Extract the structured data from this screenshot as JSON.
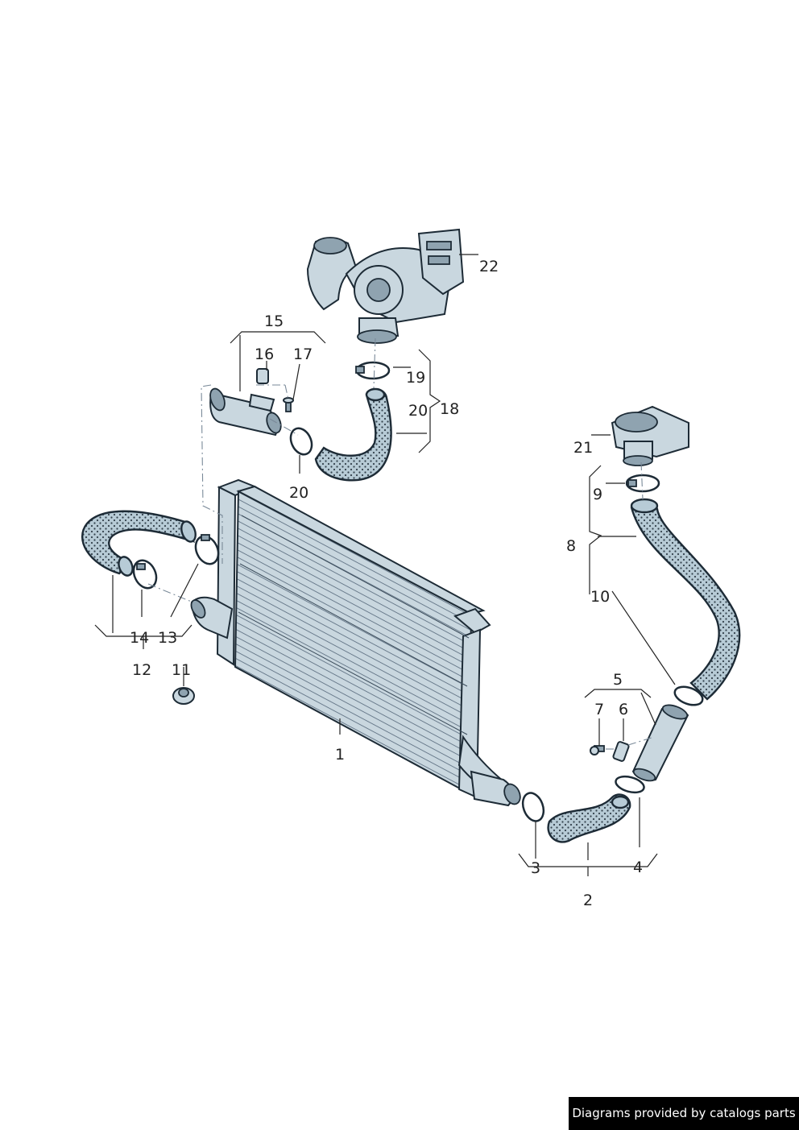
{
  "callouts": {
    "c1": "1",
    "c2": "2",
    "c3": "3",
    "c4": "4",
    "c5": "5",
    "c6": "6",
    "c7": "7",
    "c8": "8",
    "c9": "9",
    "c10": "10",
    "c11": "11",
    "c12": "12",
    "c13": "13",
    "c14": "14",
    "c15": "15",
    "c16": "16",
    "c17": "17",
    "c18": "18",
    "c19": "19",
    "c20a": "20",
    "c20b": "20",
    "c21": "21",
    "c22": "22"
  },
  "credit": "Diagrams provided by catalogs parts",
  "colors": {
    "part_fill": "#c9d7df",
    "hose_fill": "#b7cbd6",
    "outline": "#1d2b36",
    "credit_bg": "#000000"
  }
}
